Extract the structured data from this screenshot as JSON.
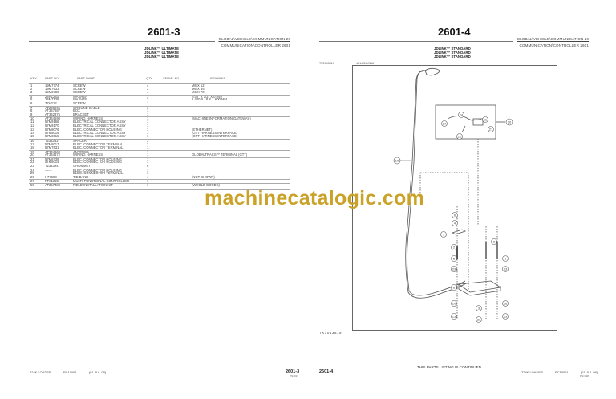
{
  "watermark": "machinecatalogic.com",
  "left_page": {
    "title": "2601-3",
    "section_path_1": "GLOBAL\\VEHICLE\\COMMUNICATION  26",
    "section_path_2": "COMMUNICATION\\CONTROLLER 2601",
    "subtitles": [
      "JDLINK™ ULTIMATE",
      "JDLINK™ ULTIMATE",
      "JDLINK™ ULTIMATE"
    ],
    "table": {
      "headers": {
        "key": "KEY",
        "part_no": "PART NO.",
        "part_name": "PART NAME",
        "qty": "QTY.",
        "serial_no": "SERIAL NO.",
        "remarks": "REMARKS"
      },
      "rows": [
        {
          "key": "1",
          "part_no": "19M7774",
          "part_name": "SCREW",
          "qty": "4",
          "serial_no": "",
          "remarks": "M6 X 12"
        },
        {
          "key": "2",
          "part_no": "19M7633",
          "part_name": "SCREW",
          "qty": "3",
          "serial_no": "",
          "remarks": "M6 X 35"
        },
        {
          "key": "3",
          "part_no": "19M8786",
          "part_name": "SCREW",
          "qty": "4",
          "serial_no": "",
          "remarks": "M6 X 70"
        },
        {
          "key": "4",
          "part_no": "24H1283",
          "part_name": "WASHER",
          "qty": "1",
          "serial_no": "",
          "remarks": "7/32\" X 1/2\" X 0.049\""
        },
        {
          "key": "5",
          "part_no": "24M7139",
          "part_name": "WASHER",
          "qty": "7",
          "serial_no": "",
          "remarks": "6.400 X 18 X 1.600 MM"
        },
        {
          "key": "6",
          "part_no": "37H212",
          "part_name": "SCREW",
          "qty": "1",
          "serial_no": "",
          "remarks": ""
        },
        {
          "key": "7",
          "part_no": "AT209965",
          "part_name": "GROUND CABLE",
          "qty": "1",
          "serial_no": "",
          "remarks": ""
        },
        {
          "key": "8",
          "part_no": "AT347687",
          "part_name": "BOX",
          "qty": "1",
          "serial_no": "",
          "remarks": ""
        },
        {
          "key": "9",
          "part_no": "AT342875",
          "part_name": "BRACKET",
          "qty": "1",
          "serial_no": "",
          "remarks": ""
        },
        {
          "key": "10",
          "part_no": "AT344598",
          "part_name": "WIRING HARNESS",
          "qty": "1",
          "serial_no": "",
          "remarks": "(MACHINE INFORMATION GATEWAY)"
        },
        {
          "key": "11",
          "part_no": "57M9168",
          "part_name": "ELECTRICAL CONNECTOR ASSY",
          "qty": "1",
          "serial_no": "",
          "remarks": ""
        },
        {
          "key": "12",
          "part_no": "57M9170",
          "part_name": "ELECTRICAL CONNECTOR ASSY",
          "qty": "1",
          "serial_no": "",
          "remarks": ""
        },
        {
          "key": "13",
          "part_no": "57M8076",
          "part_name": "ELEC. CONNECTOR HOUSING",
          "qty": "1",
          "serial_no": "",
          "remarks": "(ETHERNET)"
        },
        {
          "key": "14",
          "part_no": "57M8016",
          "part_name": "ELECTRICAL CONNECTOR ASSY",
          "qty": "1",
          "serial_no": "",
          "remarks": "(GTT HARNESS INTERFACE)"
        },
        {
          "key": "15",
          "part_no": "57M8015",
          "part_name": "ELECTRICAL CONNECTOR ASSY",
          "qty": "1",
          "serial_no": "",
          "remarks": "(GTT HARNESS INTERFACE)"
        },
        {
          "key": "16",
          "part_no": "T234332",
          "part_name": "SPACER",
          "qty": "3",
          "serial_no": "",
          "remarks": ""
        },
        {
          "key": "17",
          "part_no": "57M8017",
          "part_name": "ELEC. CONNECTOR TERMINAL",
          "qty": "2",
          "serial_no": "",
          "remarks": ""
        },
        {
          "key": "18",
          "part_no": "57M7631",
          "part_name": "ELEC. CONNECTOR TERMINAL",
          "qty": "1",
          "serial_no": "",
          "remarks": ""
        },
        {
          "key": "19",
          "part_no": "AT344868",
          "part_name": "ANTENNA",
          "qty": "1",
          "serial_no": "",
          "remarks": ""
        },
        {
          "key": "20",
          "part_no": "AT344872",
          "part_name": "WIRING HARNESS",
          "qty": "1",
          "serial_no": "",
          "remarks": "GLOBALTRACS™ TERMINAL (GTT)"
        },
        {
          "key": "21",
          "part_no": "57M8739",
          "part_name": "ELEC. CONNECTOR HOUSING",
          "qty": "1",
          "serial_no": "",
          "remarks": ""
        },
        {
          "key": "22",
          "part_no": "57M8014",
          "part_name": "ELEC. CONNECTOR HOUSING",
          "qty": "1",
          "serial_no": "",
          "remarks": ""
        },
        {
          "key": "23",
          "part_no": "T234394",
          "part_name": "GROMMET",
          "qty": "6",
          "serial_no": "",
          "remarks": ""
        },
        {
          "key": "24",
          "part_no": "------",
          "part_name": "ELEC. CONNECTOR HOUSING",
          "qty": "1",
          "serial_no": "",
          "remarks": ""
        },
        {
          "key": "25",
          "part_no": "------",
          "part_name": "ELEC. CONNECTOR TERMINAL",
          "qty": "1",
          "serial_no": "",
          "remarks": ""
        },
        {
          "key": "26",
          "part_no": "H77698",
          "part_name": "TIE BAND",
          "qty": "4",
          "serial_no": "",
          "remarks": "(NOT SHOWN)"
        },
        {
          "key": "27",
          "part_no": "PF81226",
          "part_name": "MULTI-FUNCTIONAL CONTROLLER",
          "qty": "1",
          "serial_no": "",
          "remarks": ""
        },
        {
          "key": "50",
          "part_no": "AT357486",
          "part_name": "FIELD INSTALLATION KIT",
          "qty": "1",
          "serial_no": "",
          "remarks": "(WHOLE GOODS)"
        }
      ]
    },
    "footer": {
      "model": "724K LOADER",
      "catalog": "PC10061",
      "date": "(01-JUL-08)",
      "page_num": "2601-3",
      "page_code": "PN=327"
    }
  },
  "right_page": {
    "title": "2601-4",
    "section_path_1": "GLOBAL\\VEHICLE\\COMMUNICATION  26",
    "section_path_2": "COMMUNICATION\\CONTROLLER 2601",
    "subtitles": [
      "JDLINK™ STANDARD",
      "JDLINK™ STANDARD",
      "JDLINK™ STANDARD"
    ],
    "figure_ref": {
      "id": "TX1043819",
      "code": "-UN-23JUN08"
    },
    "figure_caption": "TX1043819",
    "callouts": [
      "19",
      "24",
      "11",
      "27",
      "21",
      "12",
      "20",
      "50",
      "6",
      "4",
      "7",
      "2",
      "5",
      "23",
      "8",
      "10",
      "3",
      "16",
      "14"
    ],
    "continued_text": "THIS PARTS LISTING IS CONTINUED",
    "footer": {
      "model": "724K LOADER",
      "catalog": "PC10061",
      "date": "(01-JUL-08)",
      "page_num": "2601-4",
      "page_code": "PN=328"
    }
  }
}
